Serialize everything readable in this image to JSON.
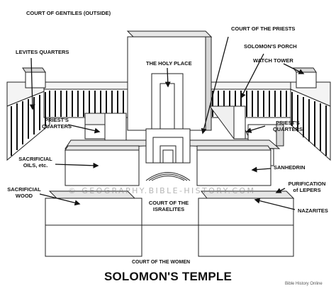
{
  "diagram": {
    "title": "SOLOMON'S TEMPLE",
    "labels": {
      "court_of_gentiles": "COURT OF GENTILES (OUTSIDE)",
      "levites_quarters": "LEVITES QUARTERS",
      "holy_place": "THE HOLY PLACE",
      "court_of_priests": "COURT OF THE PRIESTS",
      "solomons_porch": "SOLOMON'S PORCH",
      "watch_tower": "WATCH TOWER",
      "priests_quarters_left_line1": "PRIEST'S",
      "priests_quarters_left_line2": "QUARTERS",
      "priests_quarters_right_line1": "PRIEST'S",
      "priests_quarters_right_line2": "QUARTERS",
      "sacrificial_oils_line1": "SACRIFICIAL",
      "sacrificial_oils_line2": "OILS, etc.",
      "sanhedrin": "SANHEDRIN",
      "purification_line1": "PURIFICATION",
      "purification_line2": "of LEPERS",
      "sacrificial_wood_line1": "SACRIFICIAL",
      "sacrificial_wood_line2": "WOOD",
      "court_israelites_line1": "COURT OF THE",
      "court_israelites_line2": "ISRAELITES",
      "nazarites": "NAZARITES",
      "court_of_women": "COURT OF THE WOMEN"
    },
    "watermark": "© GEOGRAPHY.BIBLE-HISTORY.COM",
    "credit": "Bible History Online"
  }
}
